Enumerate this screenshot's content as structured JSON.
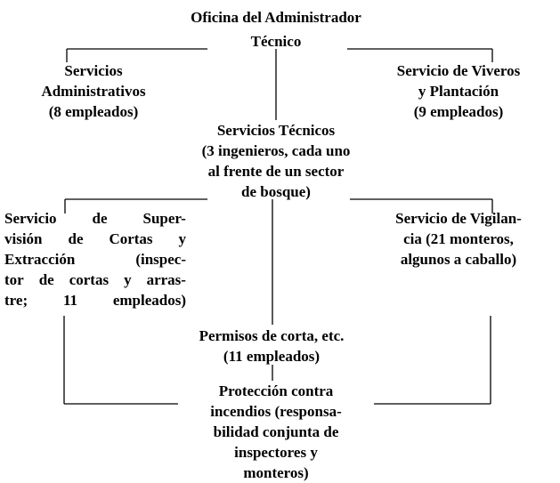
{
  "root": {
    "lines": [
      "Oficina del Administrador",
      "Técnico"
    ]
  },
  "admin": {
    "lines": [
      "Servicios",
      "Administrativos",
      "(8 empleados)"
    ]
  },
  "viveros": {
    "lines": [
      "Servicio de Viveros",
      "y Plantación",
      "(9 empleados)"
    ]
  },
  "tecnicos": {
    "lines": [
      "Servicios Técnicos",
      "(3 ingenieros, cada uno",
      "al frente de un sector",
      "de bosque)"
    ]
  },
  "cortas": {
    "lines": [
      "Servicio de Super-",
      "visión de Cortas y",
      "Extracción (inspec-",
      "tor de cortas y arras-",
      "tre; 11 empleados)"
    ]
  },
  "vigilancia": {
    "lines": [
      "Servicio de Vigilan-",
      "cia (21 monteros,",
      "algunos a caballo)"
    ]
  },
  "permisos": {
    "lines": [
      "Permisos de corta, etc.",
      "(11 empleados)"
    ]
  },
  "incendios": {
    "lines": [
      "Protección contra",
      "incendios (responsa-",
      "bilidad conjunta de",
      "inspectores y",
      "monteros)"
    ]
  }
}
